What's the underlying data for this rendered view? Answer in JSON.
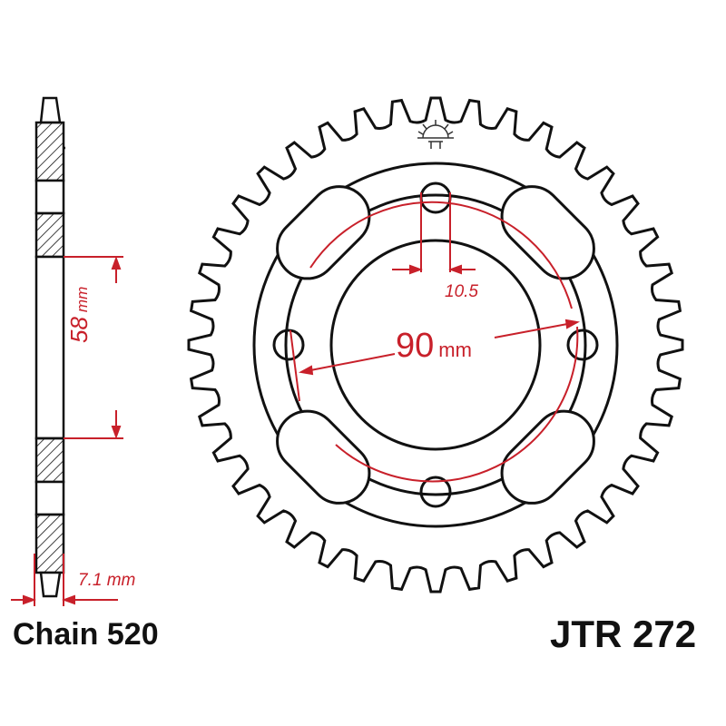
{
  "diagram": {
    "subject": "Rear sprocket technical drawing",
    "part_number": "JTR 272",
    "chain_label": "Chain 520",
    "dimensions": {
      "bolt_hole_diameter": "10.5",
      "pcd_value": "90",
      "pcd_unit": "mm",
      "center_bore_value": "58",
      "center_bore_unit": "mm",
      "thickness_value": "7.1 mm"
    },
    "colors": {
      "outline": "#111111",
      "dimension": "#c8202a",
      "background": "#ffffff"
    },
    "icons": [
      "sun-logo-icon"
    ]
  }
}
